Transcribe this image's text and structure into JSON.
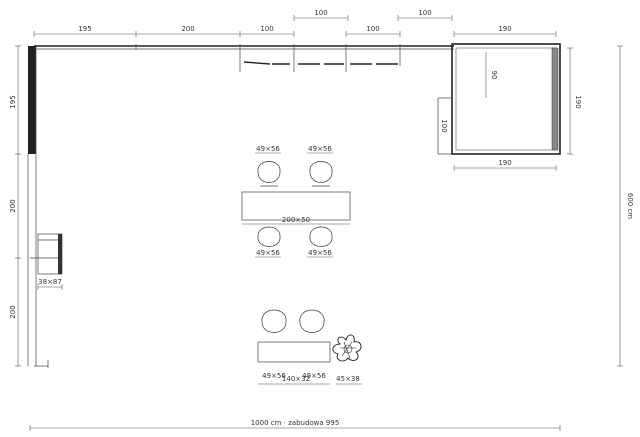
{
  "top_dims": {
    "d1": "195",
    "d2": "200",
    "d3": "100",
    "d4": "100",
    "d5": "100",
    "d6": "100",
    "d7": "190"
  },
  "left_dims": {
    "d1": "195",
    "d2": "200",
    "d3": "200"
  },
  "right_module": {
    "width_top": "190",
    "width_bottom": "190",
    "height_right": "190",
    "inner_90": "90",
    "inner_100": "100"
  },
  "room_height": "600 cm",
  "bottom_total": "1000 cm · zabudowa 995",
  "small_cabinet": "38×87",
  "chairs": {
    "c1": "49×56",
    "c2": "49×56",
    "c3": "49×56",
    "c4": "49×56",
    "c5": "49×56",
    "c6": "49×56"
  },
  "table": "200×50",
  "low_bench": "140×32",
  "plant": "45×38"
}
